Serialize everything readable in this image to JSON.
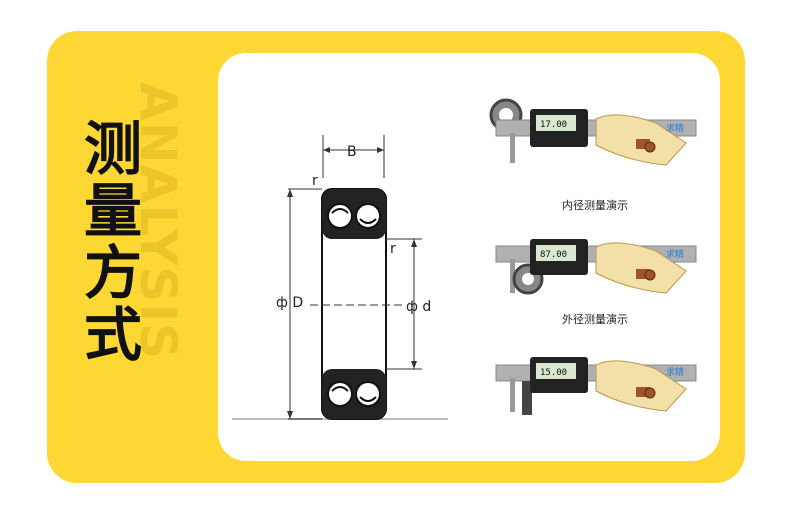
{
  "title": "测量方式",
  "watermark": "ANALYSIS",
  "diagram": {
    "label_B": "B",
    "label_r_top": "r",
    "label_r_side": "r",
    "label_D": "ф D",
    "label_d": "ф d"
  },
  "photos": [
    {
      "readout": "17.00",
      "tag": "求精",
      "caption": "内径测量演示"
    },
    {
      "readout": "87.00",
      "tag": "求精",
      "caption": "外径测量演示"
    },
    {
      "readout": "15.00",
      "tag": "求精",
      "caption": ""
    }
  ],
  "colors": {
    "panel": "#fdd835",
    "card": "#ffffff",
    "tag": "#2a7bd8"
  }
}
